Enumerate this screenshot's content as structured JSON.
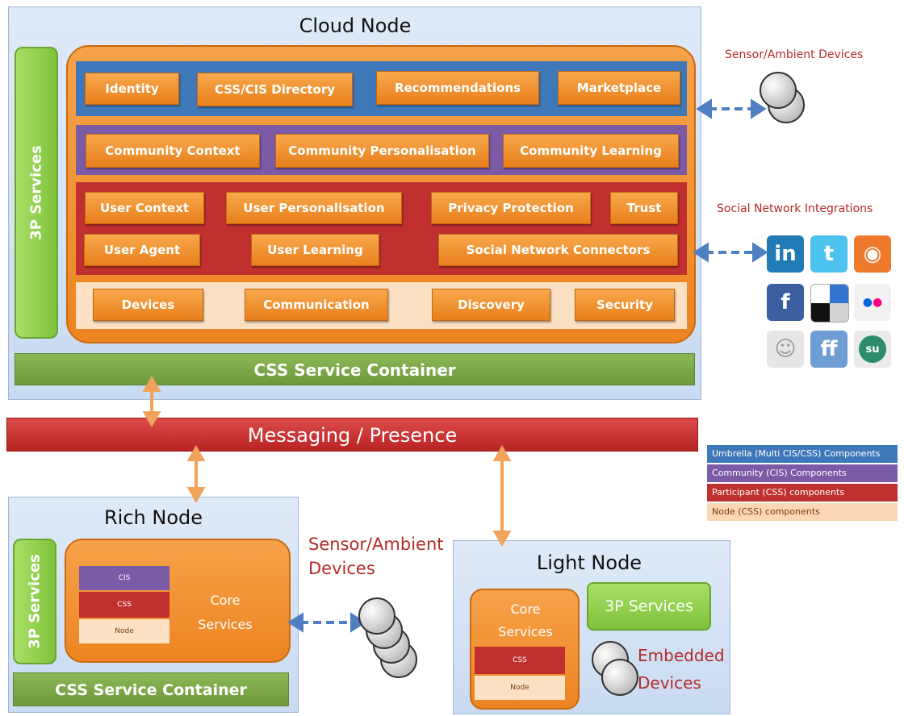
{
  "cloud": {
    "title": "Cloud Node",
    "third_party": "3P Services",
    "container": "CSS Service Container",
    "umbrella": [
      "Identity",
      "CSS/CIS Directory",
      "Recommendations",
      "Marketplace"
    ],
    "community": [
      "Community Context",
      "Community Personalisation",
      "Community Learning"
    ],
    "participant_row1": [
      "User Context",
      "User Personalisation",
      "Privacy Protection",
      "Trust"
    ],
    "participant_row2": [
      "User Agent",
      "User Learning",
      "Social Network Connectors"
    ],
    "node": [
      "Devices",
      "Communication",
      "Discovery",
      "Security"
    ]
  },
  "messaging": "Messaging / Presence",
  "sensor_top": "Sensor/Ambient Devices",
  "social": {
    "title": "Social Network Integrations",
    "icons": [
      {
        "name": "linkedin-icon",
        "glyph": "in",
        "color": "#1f7ab5"
      },
      {
        "name": "twitter-icon",
        "glyph": "t",
        "color": "#4cc2ee"
      },
      {
        "name": "rss-icon",
        "glyph": "◉",
        "color": "#ef7a2b"
      },
      {
        "name": "facebook-icon",
        "glyph": "f",
        "color": "#3b5fa0"
      },
      {
        "name": "delicious-icon",
        "glyph": "",
        "color": "#ffffff"
      },
      {
        "name": "flickr-icon",
        "glyph": "●●",
        "color": "#f2f2f2"
      },
      {
        "name": "myspace-icon",
        "glyph": "☺",
        "color": "#dcdcdc"
      },
      {
        "name": "friendfeed-icon",
        "glyph": "ff",
        "color": "#6e9dd4"
      },
      {
        "name": "stumbleupon-icon",
        "glyph": "su",
        "color": "#eaeaea"
      }
    ]
  },
  "legend": [
    {
      "label": "Umbrella (Multi CIS/CSS) Components",
      "color": "#3f78b8"
    },
    {
      "label": "Community (CIS) Components",
      "color": "#7b5aa6"
    },
    {
      "label": "Participant (CSS) components",
      "color": "#c0302e"
    },
    {
      "label": "Node (CSS) components",
      "color": "#fbd7b5"
    }
  ],
  "rich": {
    "title": "Rich Node",
    "third_party": "3P Services",
    "container": "CSS Service Container",
    "cis": "CIS",
    "css": "CSS",
    "node": "Node",
    "core": "Core Services"
  },
  "sensor_bottom": "Sensor/Ambient Devices",
  "light": {
    "title": "Light Node",
    "core": "Core Services",
    "css": "CSS",
    "node": "Node",
    "third_party": "3P Services",
    "embedded": "Embedded Devices"
  },
  "colors": {
    "umbrella": "#3f78b8",
    "community": "#7b5aa6",
    "participant": "#c0302e",
    "node": "#fbe0c4"
  }
}
